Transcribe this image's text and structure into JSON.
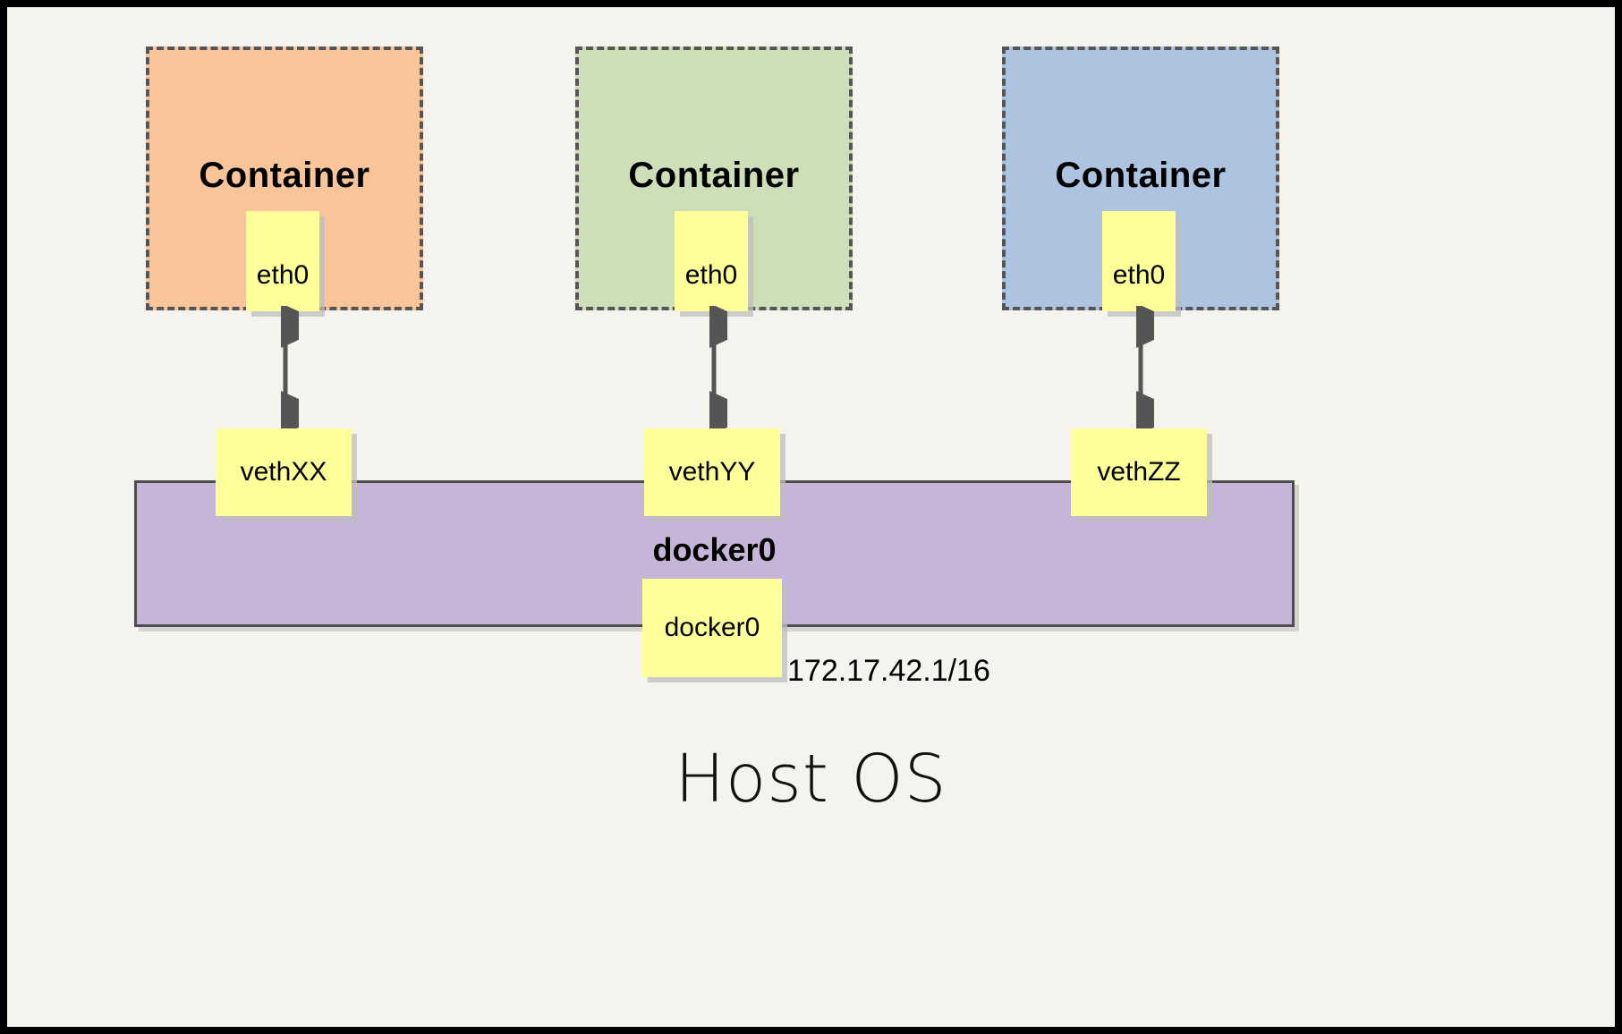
{
  "diagram": {
    "title_text": "Host OS",
    "background_color": "#f4f3ee",
    "frame_color": "#000000",
    "containers": [
      {
        "label": "Container",
        "color": "#f8c59a",
        "interface": {
          "label": "eth0"
        },
        "veth": {
          "label": "vethXX"
        }
      },
      {
        "label": "Container",
        "color": "#cddfb9",
        "interface": {
          "label": "eth0"
        },
        "veth": {
          "label": "vethYY"
        }
      },
      {
        "label": "Container",
        "color": "#aec3e0",
        "interface": {
          "label": "eth0"
        },
        "veth": {
          "label": "vethZZ"
        }
      }
    ],
    "bridge": {
      "label": "docker0",
      "note_label": "docker0",
      "ip_address": "172.17.42.1/16",
      "color": "#c7b5d9"
    },
    "note_color": "#ffff99",
    "arrow_color": "#555555"
  }
}
